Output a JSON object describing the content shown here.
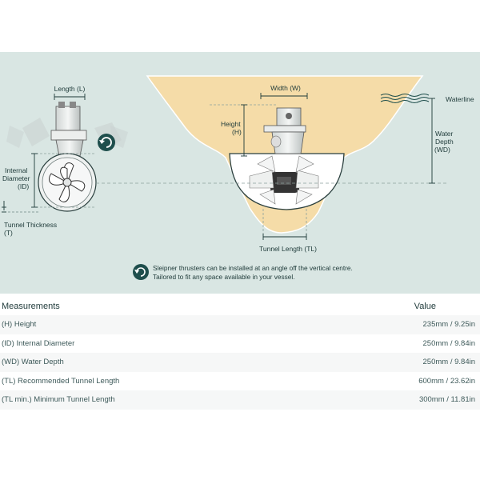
{
  "diagram": {
    "length_label": "Length (L)",
    "internal_diameter_label": [
      "Internal",
      "Diameter",
      "(ID)"
    ],
    "tunnel_thickness_label": [
      "Tunnel Thickness",
      "(T)"
    ],
    "width_label": "Width (W)",
    "height_label": [
      "Height",
      "(H)"
    ],
    "waterline_label": "Waterline",
    "water_depth_label": [
      "Water",
      "Depth",
      "(WD)"
    ],
    "tunnel_length_label": "Tunnel Length (TL)",
    "note_lines": [
      "Sleipner thrusters can be installed at an angle off the vertical centre.",
      "Tailored to fit any space available in your vessel."
    ],
    "colors": {
      "background": "#d9e6e3",
      "hull": "#f5dca8",
      "accent": "#1e4e4c",
      "dashed": "#8aa09c"
    }
  },
  "table": {
    "header": {
      "measurement": "Measurements",
      "value": "Value"
    },
    "rows": [
      {
        "label": "(H) Height",
        "value": "235mm / 9.25in"
      },
      {
        "label": "(ID) Internal Diameter",
        "value": "250mm / 9.84in"
      },
      {
        "label": "(WD) Water Depth",
        "value": "250mm / 9.84in"
      },
      {
        "label": "(TL) Recommended Tunnel Length",
        "value": "600mm / 23.62in"
      },
      {
        "label": "(TL min.) Minimum Tunnel Length",
        "value": "300mm / 11.81in"
      }
    ]
  }
}
